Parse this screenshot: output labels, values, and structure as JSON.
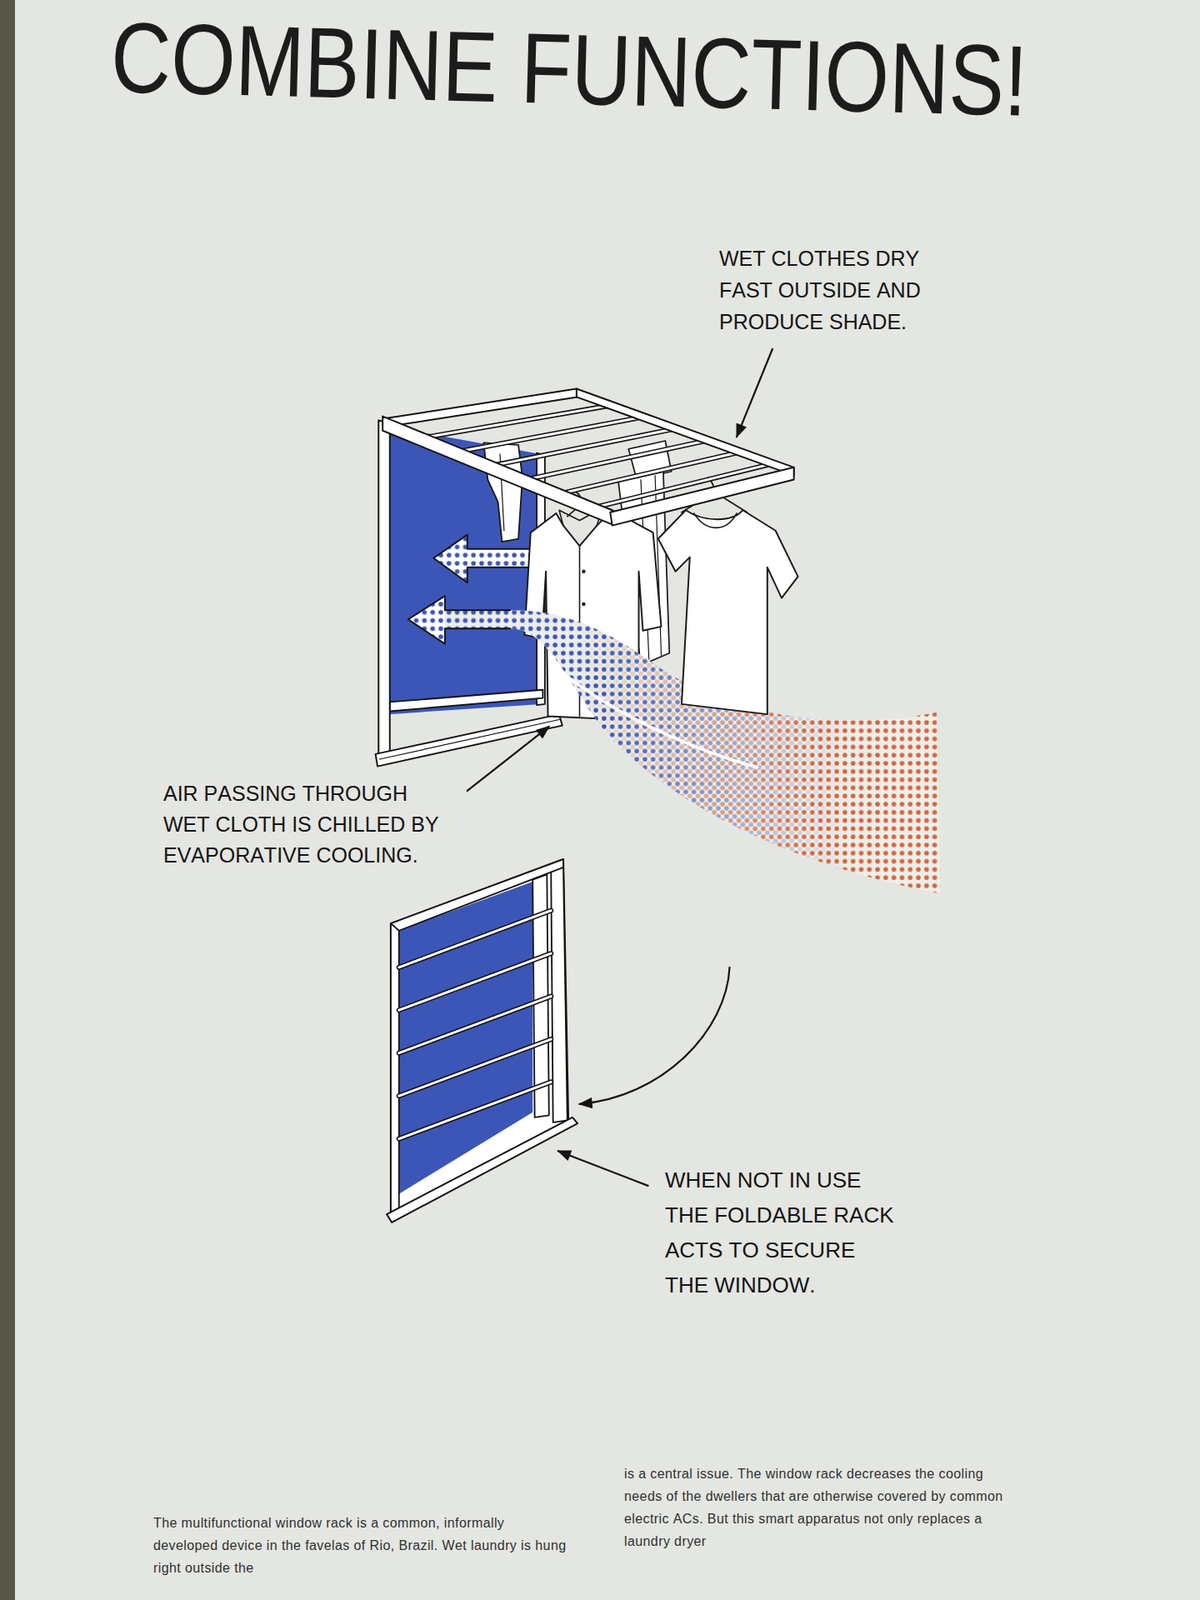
{
  "diagram": {
    "title": "COMBINE FUNCTIONS!",
    "labels": [
      "WET CLOTHES DRY FAST OUTSIDE AND PRODUCE SHADE.",
      "AIR PASSING THROUGH WET CLOTH IS CHILLED BY EVAPORATIVE COOLING.",
      "WHEN NOT IN USE THE FOLDABLE RACK ACTS TO SECURE THE WINDOW.",
      "The multifunctional window rack is a common, informally developed device in the favelas of Rio, Brazil. Wet laundry is hung right outside the",
      "is a central issue. The window rack decreases the cooling needs of the dwellers that are otherwise covered by common electric ACs. But this smart apparatus not only replaces a laundry dryer"
    ]
  }
}
